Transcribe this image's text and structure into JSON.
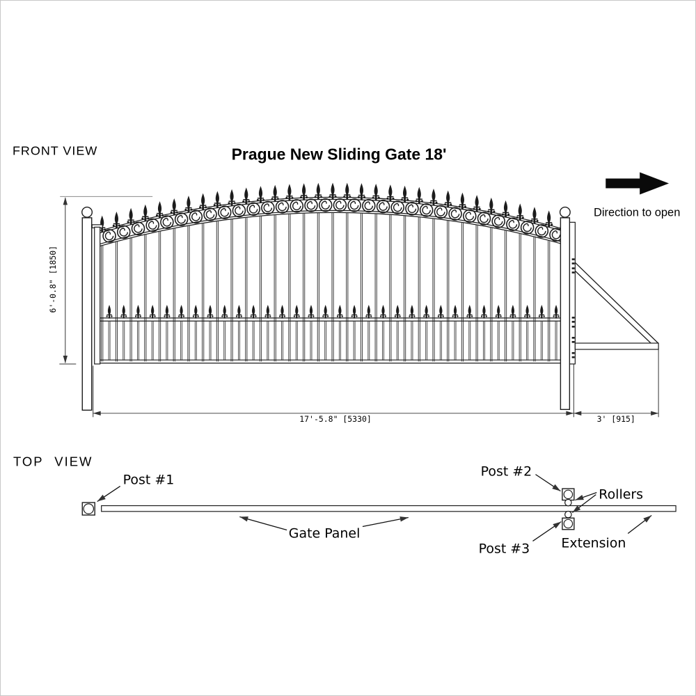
{
  "colors": {
    "line": "#1c1c1c",
    "mid": "#3a3a3a",
    "dim": "#333333",
    "ext_gray": "#999999",
    "bg": "#ffffff"
  },
  "front_view": {
    "label": "FRONT VIEW",
    "title": "Prague New Sliding Gate 18'",
    "direction_label": "Direction to open",
    "dim_height": "6'-0.8\" [1850]",
    "dim_width": "17'-5.8\" [5330]",
    "dim_extension": "3' [915]"
  },
  "top_view": {
    "label": "TOP VIEW",
    "post1": "Post #1",
    "post2": "Post #2",
    "post3": "Post #3",
    "rollers": "Rollers",
    "gate_panel": "Gate Panel",
    "extension": "Extension"
  }
}
